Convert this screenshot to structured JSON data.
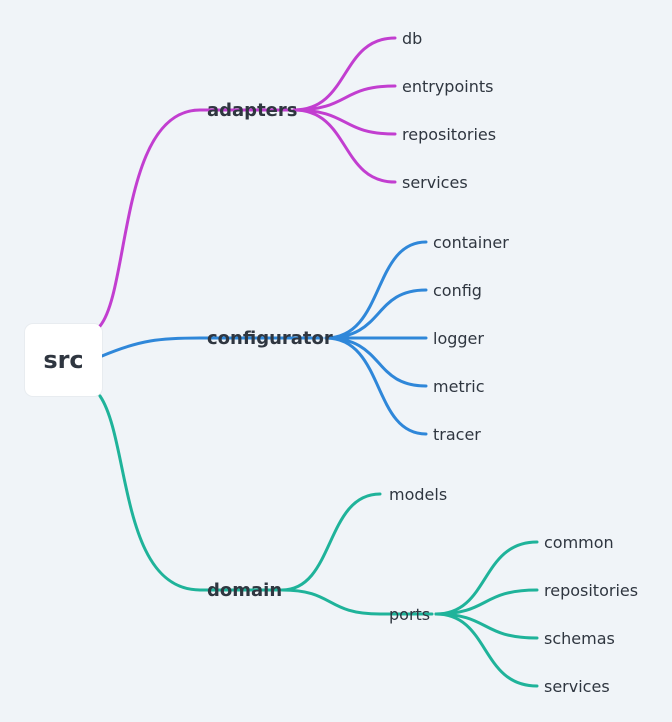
{
  "root": {
    "label": "src"
  },
  "colors": {
    "adapters": "#c23ed0",
    "configurator": "#2f87d9",
    "domain": "#1fb39a",
    "text": "#2f3640",
    "background": "#f0f4f8"
  },
  "branches": [
    {
      "label": "adapters",
      "color_key": "adapters",
      "children": [
        {
          "label": "db"
        },
        {
          "label": "entrypoints"
        },
        {
          "label": "repositories"
        },
        {
          "label": "services"
        }
      ]
    },
    {
      "label": "configurator",
      "color_key": "configurator",
      "children": [
        {
          "label": "container"
        },
        {
          "label": "config"
        },
        {
          "label": "logger"
        },
        {
          "label": "metric"
        },
        {
          "label": "tracer"
        }
      ]
    },
    {
      "label": "domain",
      "color_key": "domain",
      "children": [
        {
          "label": "models"
        },
        {
          "label": "ports",
          "children": [
            {
              "label": "common"
            },
            {
              "label": "repositories"
            },
            {
              "label": "schemas"
            },
            {
              "label": "services"
            }
          ]
        }
      ]
    }
  ]
}
